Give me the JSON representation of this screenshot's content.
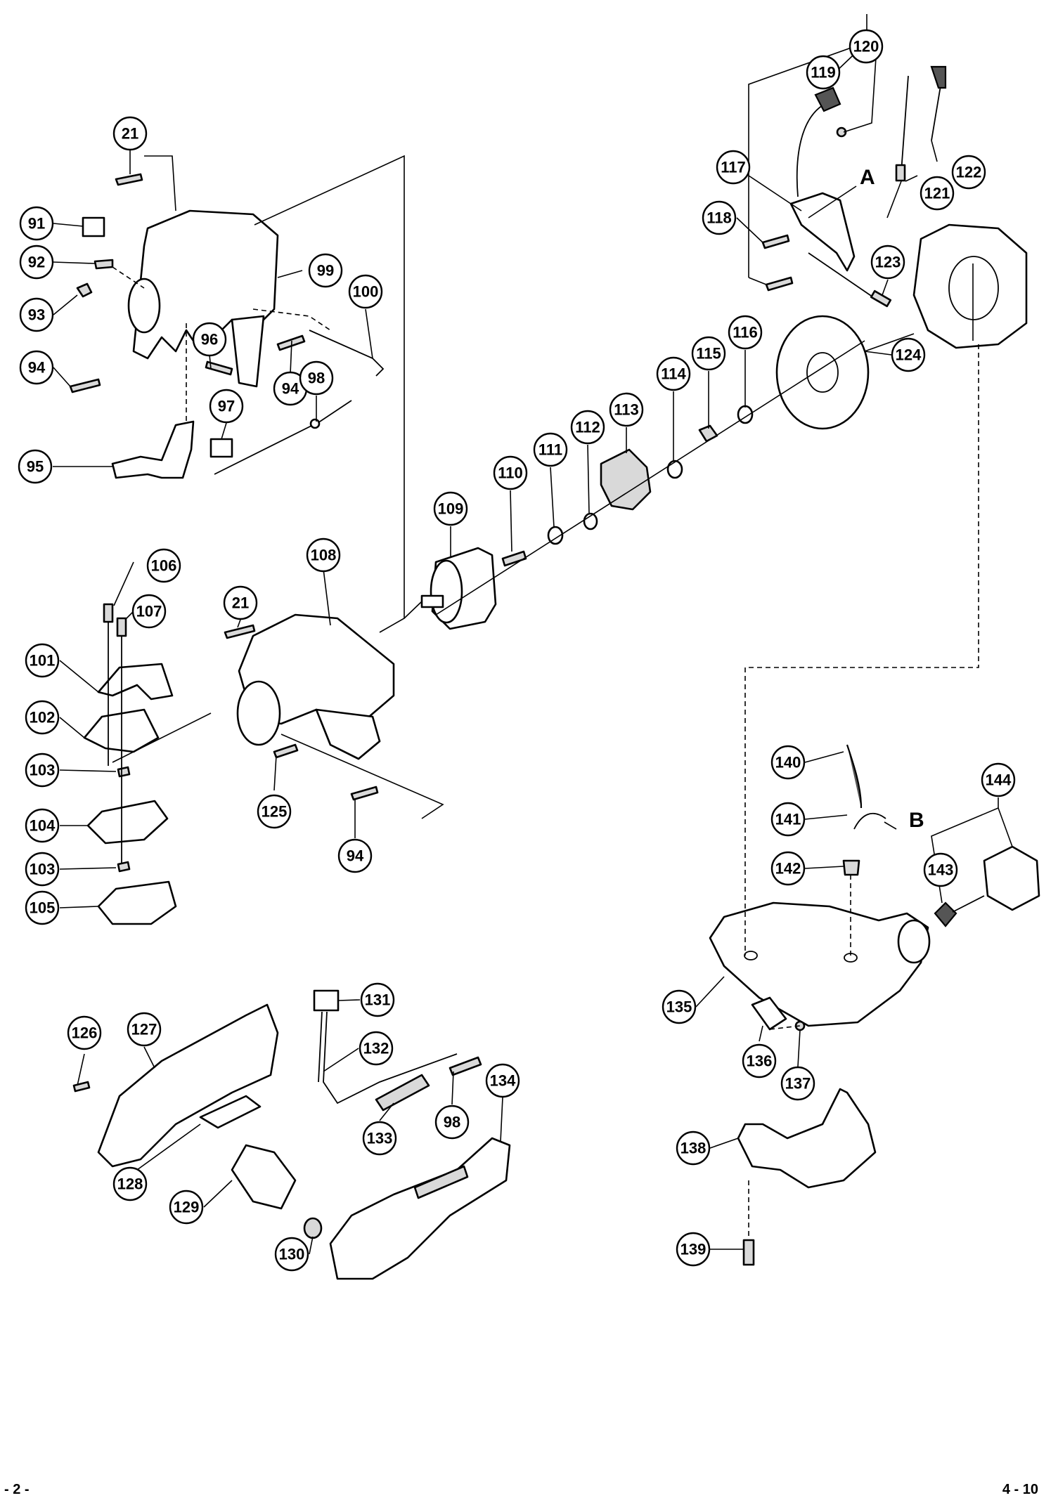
{
  "callouts": [
    "21",
    "91",
    "92",
    "93",
    "94",
    "96",
    "94",
    "99",
    "100",
    "98",
    "97",
    "95",
    "120",
    "119",
    "117",
    "118",
    "121",
    "122",
    "123",
    "124",
    "116",
    "115",
    "114",
    "113",
    "112",
    "111",
    "110",
    "109",
    "108",
    "21",
    "106",
    "107",
    "101",
    "102",
    "103",
    "104",
    "103",
    "105",
    "125",
    "94",
    "140",
    "144",
    "141",
    "142",
    "143",
    "135",
    "136",
    "137",
    "138",
    "139",
    "127",
    "126",
    "128",
    "129",
    "130",
    "131",
    "132",
    "98",
    "133",
    "134"
  ],
  "letters": {
    "a": "A",
    "b": "B"
  },
  "footer": {
    "left": "- 2 -",
    "right": "4 - 10"
  }
}
